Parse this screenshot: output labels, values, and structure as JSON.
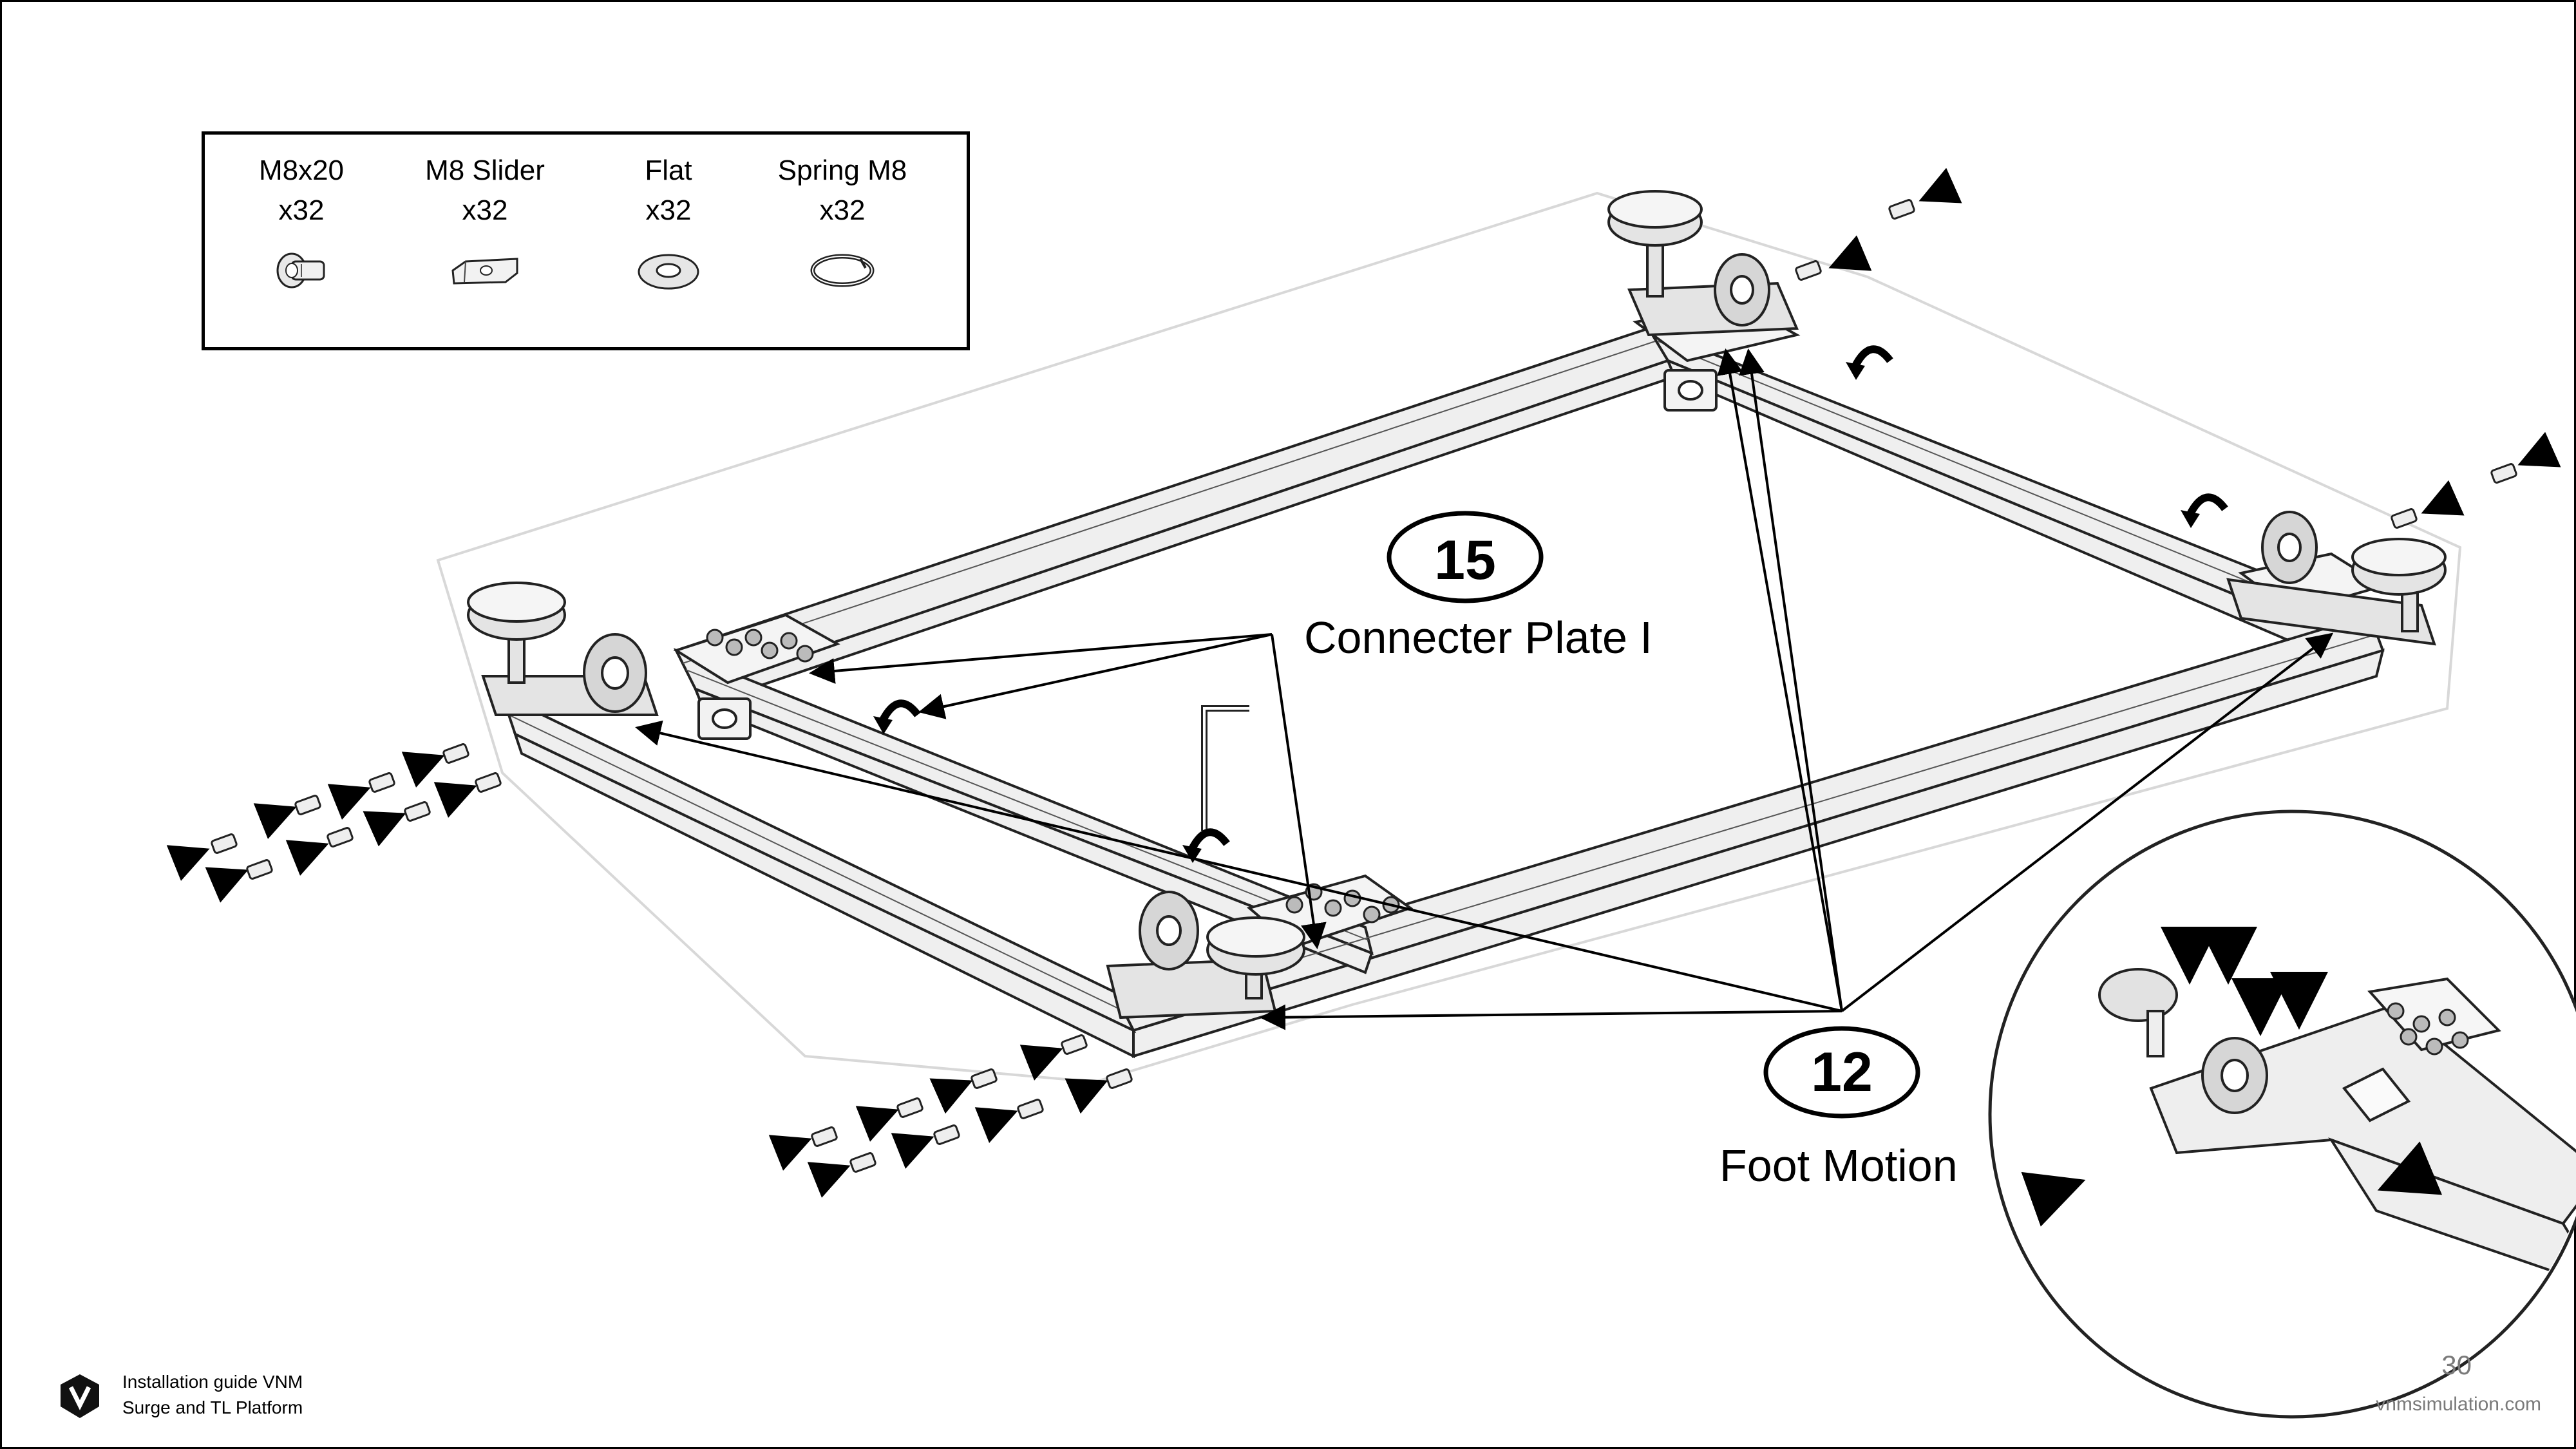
{
  "parts_box": {
    "items": [
      {
        "name": "M8x20",
        "qty": "x32",
        "icon": "m8x20-bolt-icon"
      },
      {
        "name": "M8 Slider",
        "qty": "x32",
        "icon": "m8-slider-nut-icon"
      },
      {
        "name": "Flat",
        "qty": "x32",
        "icon": "flat-washer-icon"
      },
      {
        "name": "Spring M8",
        "qty": "x32",
        "icon": "spring-washer-icon"
      }
    ]
  },
  "callouts": {
    "connector_plate": {
      "number": "15",
      "label": "Connecter Plate I"
    },
    "foot_motion": {
      "number": "12",
      "label": "Foot Motion"
    }
  },
  "footer": {
    "line1": "Installation guide VNM",
    "line2": "Surge and TL Platform",
    "page_number": "30",
    "website": "vnmsimulation.com",
    "logo": "vnm-logo-icon"
  }
}
